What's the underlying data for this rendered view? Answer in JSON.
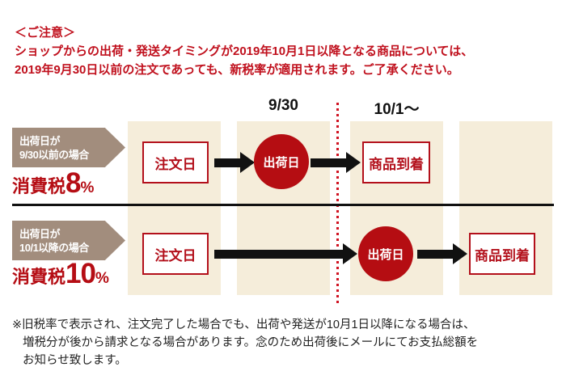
{
  "notice": {
    "title": "＜ご注意＞",
    "line1": "ショップからの出荷・発送タイミングが2019年10月1日以降となる商品については、",
    "line2": "2019年9月30日以前の注文であっても、新税率が適用されます。ご了承ください。"
  },
  "timeline": {
    "boundary_date_label": "9/30",
    "after_date_label": "10/1～",
    "rows": [
      {
        "condition_line1": "出荷日が",
        "condition_line2": "9/30以前の場合",
        "tax_prefix": "消費税",
        "tax_value": "8",
        "tax_unit": "%",
        "order_label": "注文日",
        "ship_label": "出荷日",
        "arrival_label": "商品到着"
      },
      {
        "condition_line1": "出荷日が",
        "condition_line2": "10/1以降の場合",
        "tax_prefix": "消費税",
        "tax_value": "10",
        "tax_unit": "%",
        "order_label": "注文日",
        "ship_label": "出荷日",
        "arrival_label": "商品到着"
      }
    ]
  },
  "footnote": {
    "line1": "※旧税率で表示され、注文完了した場合でも、出荷や発送が10月1日以降になる場合は、",
    "line2": "増税分が後から請求となる場合があります。念のため出荷後にメールにてお支払総額を",
    "line3": "お知らせ致します。"
  },
  "colors": {
    "accent_red": "#b50d14",
    "notice_red": "#c0101d",
    "column_beige": "#f5edda",
    "label_taupe": "#a28d7d",
    "arrow_black": "#111111"
  }
}
